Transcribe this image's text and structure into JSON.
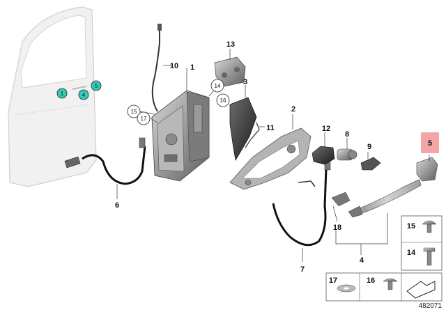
{
  "diagram": {
    "document_id": "482071",
    "callouts": [
      {
        "id": "c1",
        "label": "1"
      },
      {
        "id": "c2",
        "label": "2"
      },
      {
        "id": "c3",
        "label": "3"
      },
      {
        "id": "c4",
        "label": "4"
      },
      {
        "id": "c5",
        "label": "5"
      },
      {
        "id": "c6",
        "label": "6"
      },
      {
        "id": "c7",
        "label": "7"
      },
      {
        "id": "c8",
        "label": "8"
      },
      {
        "id": "c9",
        "label": "9"
      },
      {
        "id": "c10",
        "label": "10"
      },
      {
        "id": "c11",
        "label": "11"
      },
      {
        "id": "c12",
        "label": "12"
      },
      {
        "id": "c13",
        "label": "13"
      },
      {
        "id": "c18",
        "label": "18"
      }
    ],
    "circled_callouts": [
      {
        "id": "k14",
        "label": "14"
      },
      {
        "id": "k15",
        "label": "15"
      },
      {
        "id": "k16",
        "label": "16"
      },
      {
        "id": "k17",
        "label": "17"
      }
    ],
    "door_markers": [
      {
        "id": "m1",
        "label": "1"
      },
      {
        "id": "m4",
        "label": "4"
      },
      {
        "id": "m5",
        "label": "5"
      }
    ],
    "highlighted_part": {
      "label": "5",
      "color": "#f4a6a6"
    },
    "marker_color": "#35c9b6",
    "hardware_boxes": [
      {
        "id": "h15",
        "label": "15"
      },
      {
        "id": "h14",
        "label": "14"
      },
      {
        "id": "h17",
        "label": "17"
      },
      {
        "id": "h16",
        "label": "16"
      }
    ]
  }
}
